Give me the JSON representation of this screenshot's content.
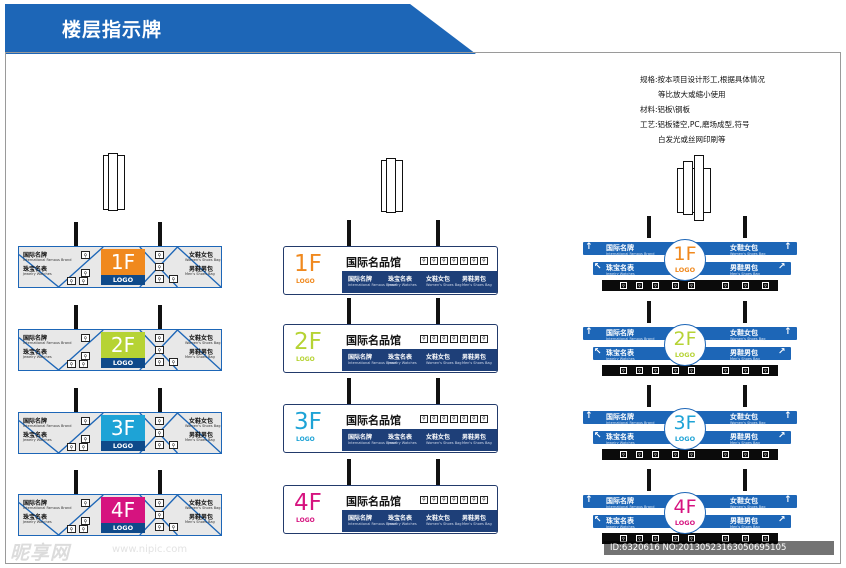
{
  "header": {
    "title": "楼层指示牌"
  },
  "spec": {
    "line1": "规格:按本项目设计形工,根据具体情况",
    "line2": "等比放大或缩小使用",
    "line3": "材料:铝板\\钢板",
    "line4": "工艺:铝板镂空,PC,磨场成型,符号",
    "line5": "白发光或丝网印刷等"
  },
  "colors": {
    "brand_blue": "#1d66b7",
    "navy": "#1e3f78",
    "f1": "#f0891e",
    "f2": "#b6d334",
    "f3": "#1ea3d6",
    "f4": "#d6137f"
  },
  "floors": [
    {
      "floor": "1F",
      "logo": "LOGO",
      "color": "#f0891e"
    },
    {
      "floor": "2F",
      "logo": "LOGO",
      "color": "#b6d334"
    },
    {
      "floor": "3F",
      "logo": "LOGO",
      "color": "#1ea3d6"
    },
    {
      "floor": "4F",
      "logo": "LOGO",
      "color": "#d6137f"
    }
  ],
  "labels": {
    "intl_brand": "国际名牌",
    "intl_brand_en": "International Famous Brand",
    "jewelry": "珠宝名表",
    "jewelry_en": "Jewelry Watches",
    "women": "女鞋女包",
    "women_en": "Women's Shoes Bag",
    "men": "男鞋男包",
    "men_en": "Men's Shoes Bag",
    "hall": "国际名品馆"
  },
  "watermark": {
    "site": "昵享网",
    "url": "www.nipic.com",
    "id": "ID:6320616 NO:20130523163050695105"
  }
}
